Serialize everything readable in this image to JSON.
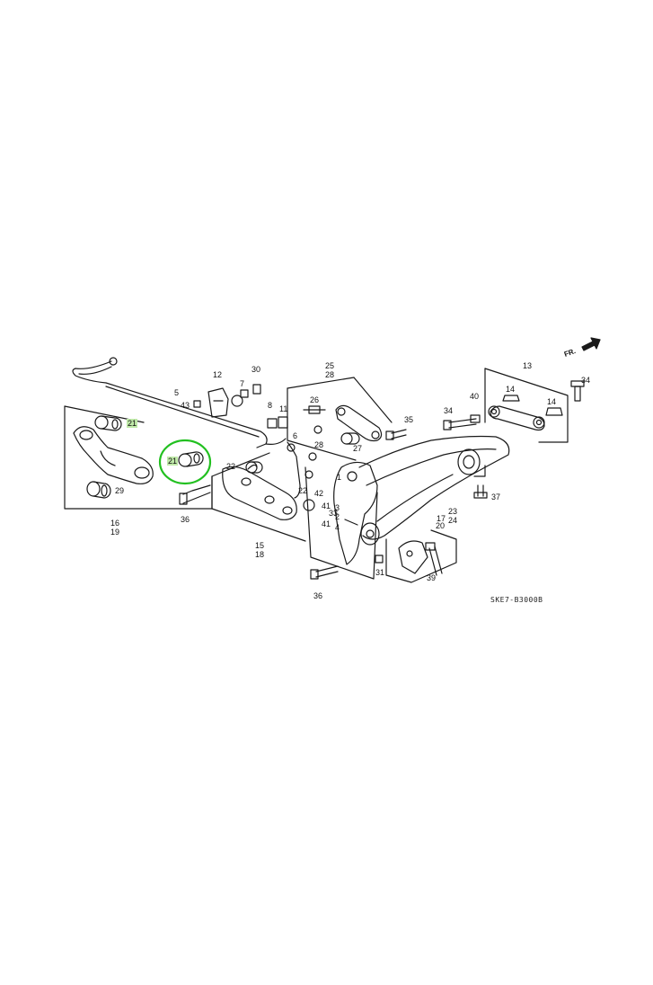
{
  "diagram": {
    "code": "SKE7-B3000B",
    "front_label": "FR.",
    "callouts": {
      "c1": "1",
      "c2": "2",
      "c3": "3",
      "c4": "4",
      "c5": "5",
      "c6": "6",
      "c7": "7",
      "c8": "8",
      "c11": "11",
      "c12": "12",
      "c13": "13",
      "c14a": "14",
      "c14b": "14",
      "c15": "15",
      "c16": "16",
      "c17": "17",
      "c18": "18",
      "c19": "19",
      "c20": "20",
      "c21a": "21",
      "c21b": "21",
      "c22a": "22",
      "c22b": "22",
      "c23": "23",
      "c24": "24",
      "c25": "25",
      "c26": "26",
      "c27": "27",
      "c28a": "28",
      "c28b": "28",
      "c29": "29",
      "c30": "30",
      "c31": "31",
      "c33": "33",
      "c34a": "34",
      "c34b": "34",
      "c35": "35",
      "c36a": "36",
      "c36b": "36",
      "c37": "37",
      "c39": "39",
      "c40": "40",
      "c41a": "41",
      "c41b": "41",
      "c42": "42",
      "c43": "43"
    },
    "highlight_color": "#22c020",
    "label_highlight": "#bfe9a8"
  }
}
